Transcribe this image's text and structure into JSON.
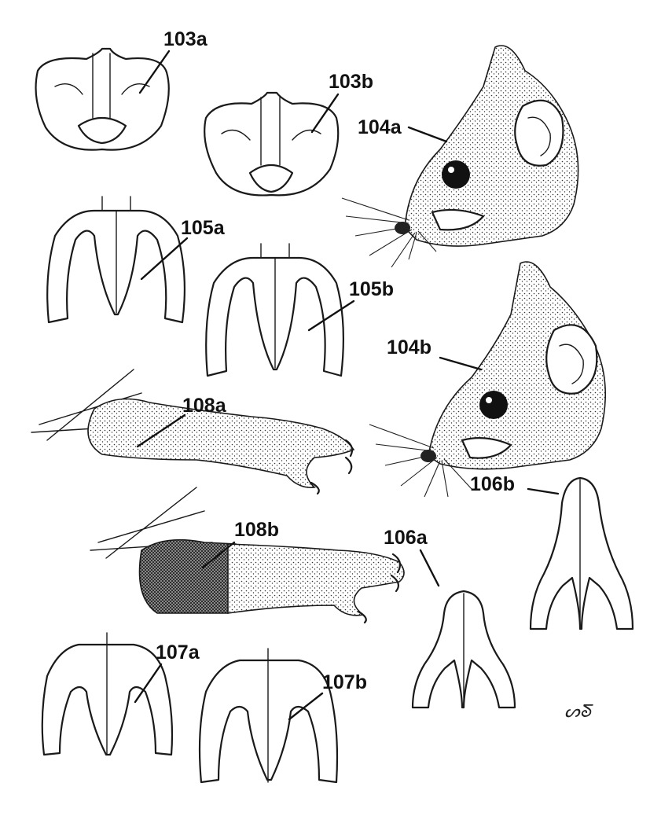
{
  "labels": {
    "l103a": "103a",
    "l103b": "103b",
    "l104a": "104a",
    "l104b": "104b",
    "l105a": "105a",
    "l105b": "105b",
    "l106a": "106a",
    "l106b": "106b",
    "l107a": "107a",
    "l107b": "107b",
    "l108a": "108a",
    "l108b": "108b"
  },
  "signature": "ᔕᘕ"
}
